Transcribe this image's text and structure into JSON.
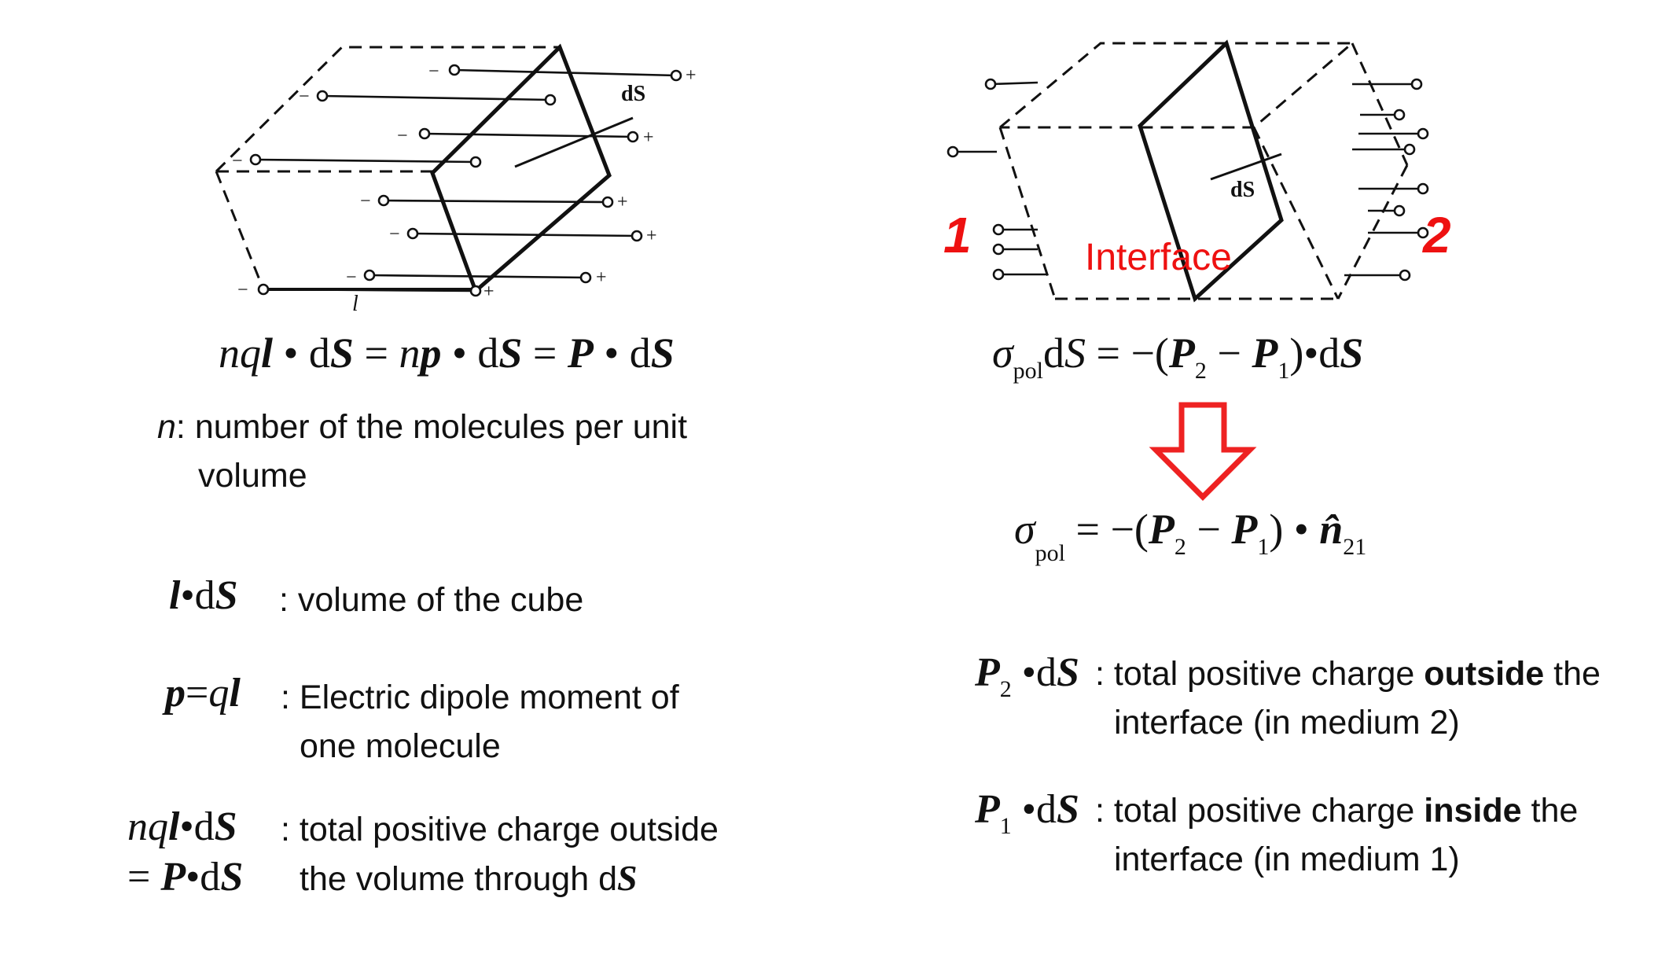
{
  "left": {
    "figure": {
      "ds_label": "dS",
      "l_label": "l",
      "minus": "−",
      "plus": "+"
    },
    "main_equation": {
      "lhs_nq": "nq",
      "lhs_l": "l",
      "dot": " • d",
      "S": "S",
      "eq": " = ",
      "n": "n",
      "p": "p",
      "P": "P"
    },
    "n_def": {
      "symbol": "n",
      "line1": ": number of the molecules per unit",
      "line2": "volume"
    },
    "defs": [
      {
        "sym_l": "l",
        "sym_rest": "•d",
        "sym_S": "S",
        "text1": ": volume of the cube",
        "text2": ""
      },
      {
        "sym_p": "p",
        "sym_eq": "=",
        "sym_q": "q",
        "sym_l": "l",
        "text1": ": Electric dipole moment of",
        "text2": "one molecule"
      },
      {
        "sym_nq": "nq",
        "sym_l": "l",
        "sym_dot": "•d",
        "sym_S": "S",
        "sym2_eq": "= ",
        "sym2_P": "P",
        "sym2_dot": "•d",
        "sym2_S": "S",
        "text1": ": total positive charge outside",
        "text2_a": "the volume through d",
        "text2_S": "S"
      }
    ]
  },
  "right": {
    "figure": {
      "medium1": "1",
      "medium2": "2",
      "interface": "Interface",
      "ds_label": "dS"
    },
    "eq1": {
      "sigma": "σ",
      "sub_pol": "pol",
      "dS": "dS",
      "rest": " = −(",
      "P": "P",
      "sub2": "2",
      "minus": " − ",
      "sub1": "1",
      "close": ")•d",
      "S": "S"
    },
    "eq2": {
      "sigma": "σ",
      "sub_pol": "pol",
      "rest": " = −(",
      "P": "P",
      "sub2": "2",
      "minus": " − ",
      "sub1": "1",
      "close": ") • ",
      "n": "n̂",
      "sub21": "21"
    },
    "arrow_color": "#ee2222",
    "defs": [
      {
        "P": "P",
        "sub": "2",
        "dot": " •d",
        "S": "S",
        "t1a": ": total positive charge ",
        "t1b": "outside",
        "t1c": " the",
        "t2": "interface (in medium 2)"
      },
      {
        "P": "P",
        "sub": "1",
        "dot": " •d",
        "S": "S",
        "t1a": ": total positive charge ",
        "t1b": "inside",
        "t1c": " the",
        "t2": "interface (in medium 1)"
      }
    ]
  }
}
